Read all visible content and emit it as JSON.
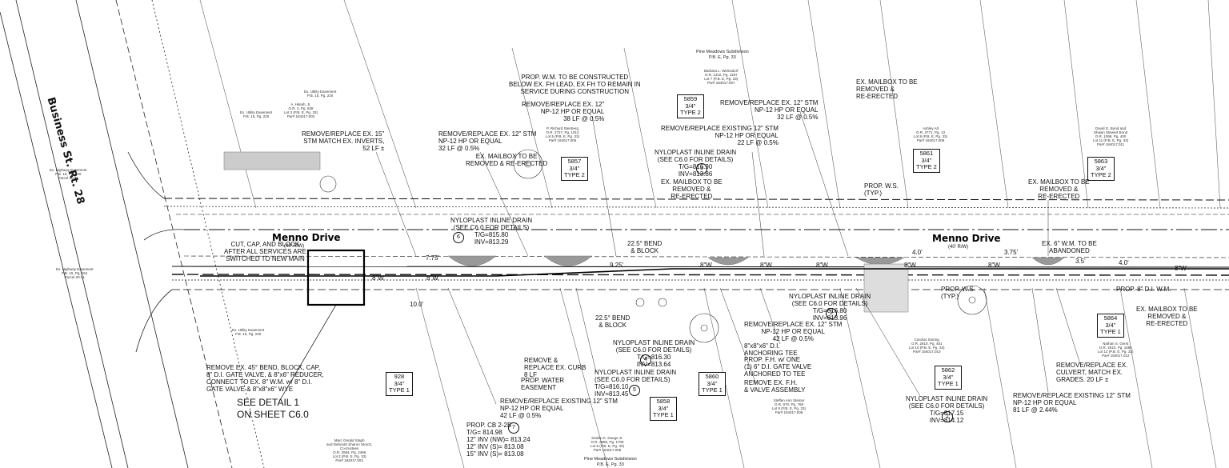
{
  "street": {
    "menno_left": "Menno Drive",
    "menno_right": "Menno Drive",
    "row_left": "(40' R/W)",
    "row_right": "(40' R/W)",
    "highway": "Business St. Rt. 28"
  },
  "subdivisions": {
    "top": "Pine Meadows Subdivision\nP.B. E, Pg. 33",
    "bottom": "Pine Meadows Subdivision\nP.B. E, Pg. 33"
  },
  "services": [
    {
      "id": "928",
      "size": "3/4\"",
      "type": "TYPE 1"
    },
    {
      "id": "5857",
      "size": "3/4\"",
      "type": "TYPE 2"
    },
    {
      "id": "5858",
      "size": "3/4\"",
      "type": "TYPE 1"
    },
    {
      "id": "5859",
      "size": "3/4\"",
      "type": "TYPE 2"
    },
    {
      "id": "5860",
      "size": "3/4\"",
      "type": "TYPE 1"
    },
    {
      "id": "5861",
      "size": "3/4\"",
      "type": "TYPE 2"
    },
    {
      "id": "5862",
      "size": "3/4\"",
      "type": "TYPE 1"
    },
    {
      "id": "5863",
      "size": "3/4\"",
      "type": "TYPE 2"
    },
    {
      "id": "5864",
      "size": "3/4\"",
      "type": "TYPE 1"
    }
  ],
  "callouts": [
    "1",
    "2",
    "3",
    "4",
    "5",
    "6",
    "7"
  ],
  "notes": {
    "prop_wm": "PROP. W.M. TO BE CONSTRUCTED\nBELOW EX. FH LEAD, EX FH TO REMAIN IN\nSERVICE DURING CONSTRUCTION",
    "remove_12_38": "REMOVE/REPLACE EX. 12\"\nNP-12 HP OR EQUAL\n38 LF @ 0.5%",
    "remove_15": "REMOVE/REPLACE EX. 15\"\nSTM MATCH EX. INVERTS,\n52 LF ±",
    "remove_12_32a": "REMOVE/REPLACE EX. 12\" STM\nNP-12 HP OR EQUAL\n32 LF @ 0.5%",
    "mailbox_a": "EX. MAILBOX TO BE\nREMOVED & RE-ERECTED",
    "remove_12_32b": "REMOVE/REPLACE EX. 12\" STM\nNP-12 HP OR EQUAL\n32 LF @ 0.5%",
    "remove_existing_22": "REMOVE/REPLACE EXISTING 12\" STM\nNP-12 HP OR EQUAL\n22 LF @ 0.5%",
    "mailbox_b": "EX. MAILBOX TO BE\nREMOVED &\nRE-ERECTED",
    "inline_3": "NYLOPLAST INLINE DRAIN\n(SEE C6.0 FOR DETAILS)\nT/G=816.90\nINV=813.86",
    "mailbox_c": "EX. MAILBOX TO BE\nREMOVED &\nRE-ERECTED",
    "prop_ws_top": "PROP. W.S.\n(TYP.)",
    "mailbox_d": "EX. MAILBOX TO BE\nREMOVED &\nRE-ERECTED",
    "inline_6": "NYLOPLAST INLINE DRAIN\n(SEE C6.0 FOR DETAILS)\nT/G=815.80\nINV=813.29",
    "cut_cap": "CUT, CAP, AND BLOCK\nAFTER ALL SERVICES ARE\nSWITCHED TO NEW MAIN",
    "bend_block_a": "22.5° BEND\n& BLOCK",
    "abandon": "EX. 6\" W.M. TO BE\nABANDONED",
    "dim_775": "7.75'",
    "dim_925": "9.25'",
    "dim_40a": "4.0'",
    "dim_375": "3.75'",
    "dim_35": "3.5'",
    "dim_40b": "4.0'",
    "dim_100": "10.0'",
    "w8": "8\"W",
    "prop_ws_mid": "PROP. W.S.\n(TYP.)",
    "inline_2": "NYLOPLAST INLINE DRAIN\n(SEE C6.0 FOR DETAILS)\nT/G=816.80\nINV=813.96",
    "prop_8_dij": "PROP. 8\" D.I. W.M.",
    "mailbox_e": "EX. MAILBOX TO BE\nREMOVED &\nRE-ERECTED",
    "bend_block_b": "22.5° BEND\n& BLOCK",
    "remove_12_42": "REMOVE/REPLACE EX. 12\" STM\nNP-12 HP OR EQUAL\n42 LF @ 0.5%",
    "anchor_tee": "8\"x8\"x6\" D.I.\nANCHORING TEE",
    "inline_4": "NYLOPLAST INLINE DRAIN\n(SEE C6.0 FOR DETAILS)\nT/G=816.30\nINV=813.64",
    "prop_fh": "PROP. F.H. w/ ONE\n(1) 6\" D.I. GATE VALVE\nANCHORED TO TEE",
    "remove_fh": "REMOVE EX. F.H.\n& VALVE ASSEMBLY",
    "remove_curb": "REMOVE &\nREPLACE EX. CURB\n8 LF",
    "water_easement": "PROP. WATER\nEASEMENT",
    "inline_5": "NYLOPLAST INLINE DRAIN\n(SEE C6.0 FOR DETAILS)\nT/G=816.10\nINV=813.45",
    "remove_45": "REMOVE EX. 45° BEND, BLOCK, CAP,\n8\" D.I. GATE VALVE, & 8\"x6\" REDUCER,\nCONNECT TO EX. 8\" W.M. w/ 8\" D.I.\nGATE VALVE & 8\"x8\"x6\" WYE",
    "remove_existing_42": "REMOVE/REPLACE EXISTING 12\" STM\nNP-12 HP OR EQUAL\n42 LF @ 0.5%",
    "cb_7": "PROP. CB 2-2B\nT/G= 814.98\n12\" INV (NW)= 813.24\n12\" INV (S)= 813.08\n15\" INV (S)= 813.08",
    "remove_culvert": "REMOVE/REPLACE EX.\nCULVERT, MATCH EX.\nGRADES. 20 LF ±",
    "remove_existing_81": "REMOVE/REPLACE EXISTING 12\" STM\nNP-12 HP OR EQUAL\n81 LF @ 2.44%",
    "inline_1": "NYLOPLAST INLINE DRAIN\n(SEE C6.0 FOR DETAILS)\nT/G=817.15\nINV=814.12"
  },
  "detail_ref": "SEE DETAIL 1\nON SHEET C6.0",
  "easements": {
    "utility_top": "Ex. Utility Easement\nP.B. 15, Pg. 220",
    "utility_top2": "Ex. Utility Easement\nP.B. 15, Pg. 220",
    "highway_top": "Ex. Highway Easement\nP.B. 15, Pg. 220\nParcel 20-31",
    "highway_bottom": "Ex. Highway Easement\nP.B. 15, Pg. 261\nParcel 20-31",
    "utility_bottom": "Ex. Utility Easement\nP.B. 15, Pg. 220"
  },
  "owners": {
    "a": "A. Hitesh, Jr.\nO.R. 2, Pg. 638\nLot 3 (P.B. E, Pg. 33)\nPar# 184017.003",
    "b": "P. Richard Stenberg\nO.R. 2727, Pg. 1012\nLot 5 (P.B. E, Pg. 33)\nPar# 184017.005",
    "c": "Barbara L. Weinsdorf\nO.R. 1310, Pg. 1187\nLot 7 (P.B. E, Pg. 33)\nPar# 184017.007",
    "d": "Ashley Alt\nO.R. 2771, Pg. 13\nLot 8 (P.B. E, Pg. 33)\nPar# 184017.008",
    "e": "David G. Bond and\nShawn Stewart Bond\nO.R. 1098, Pg. 400\nLot 11 (P.B. E, Pg. 33)\nPar# 184017.011",
    "f": "Marc Gerald Staph\nand Deborah Sharon Storch,\nCo-trustees\nO.R. 2594, Pg. 2458\nLot 2 (P.B. E, Pg. 33)\nPar# 184017.002",
    "g": "Dralen K. Doege Jr.\nO.R. 2696, Pg. 1709\nLot 6 (P.B. E, Pg. 33)\nPar# 184017.006",
    "h": "Steffen Ann Steinar\nO.R. 970, Pg. 768\nLot 9 (P.B. E, Pg. 33)\nPar# 184017.009",
    "i": "Carolus Storing\nO.R. 2610, Pg. 451\nLot 10 (P.B. E, Pg. 33)\nPar# 184017.010",
    "j": "Nathan S. Gerst\nO.R. 2610, Pg. 1585\nLot 12 (P.B. E, Pg. 33)\nPar# 184017.012"
  }
}
